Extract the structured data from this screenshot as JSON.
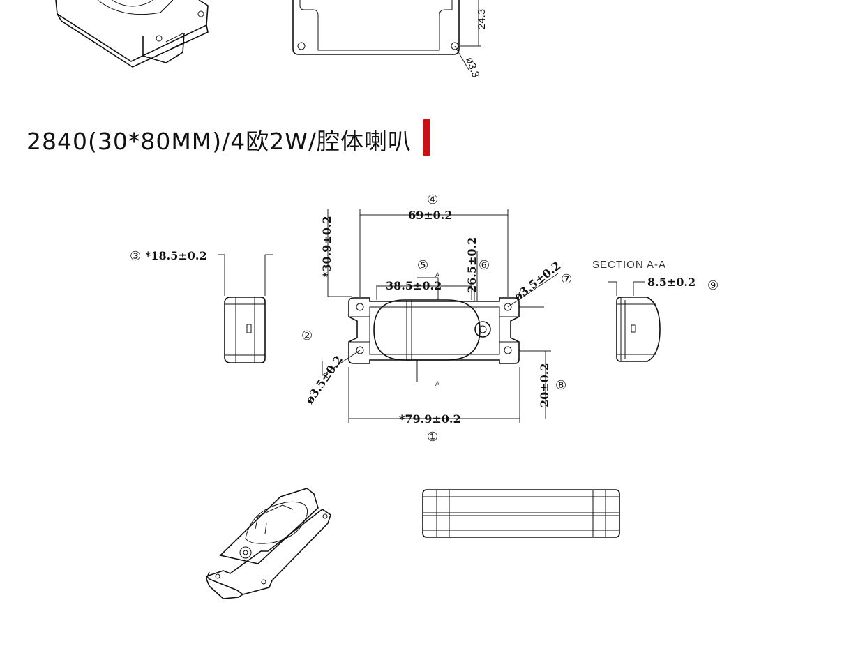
{
  "title": "2840(30*80MM)/4欧2W/腔体喇叭",
  "top_dims": {
    "d1": "24.3",
    "d2": "ø3.3"
  },
  "dims": {
    "d69": "69±0.2",
    "d309": "*30.9±0.2",
    "d185": "*18.5±0.2",
    "d385": "38.5±0.2",
    "d265": "26.5±0.2",
    "d35a": "ø3.5±0.2",
    "d35b": "ø3.5±0.2",
    "d20": "20±0.2",
    "d799": "*79.9±0.2",
    "d85": "8.5±0.2"
  },
  "callouts": {
    "c1": "①",
    "c2": "②",
    "c3": "③",
    "c4": "④",
    "c5": "⑤",
    "c6": "⑥",
    "c7": "⑦",
    "c8": "⑧",
    "c9": "⑨"
  },
  "section_label": "SECTION A-A",
  "section_mark": "A",
  "accent_color": "#c8101a"
}
